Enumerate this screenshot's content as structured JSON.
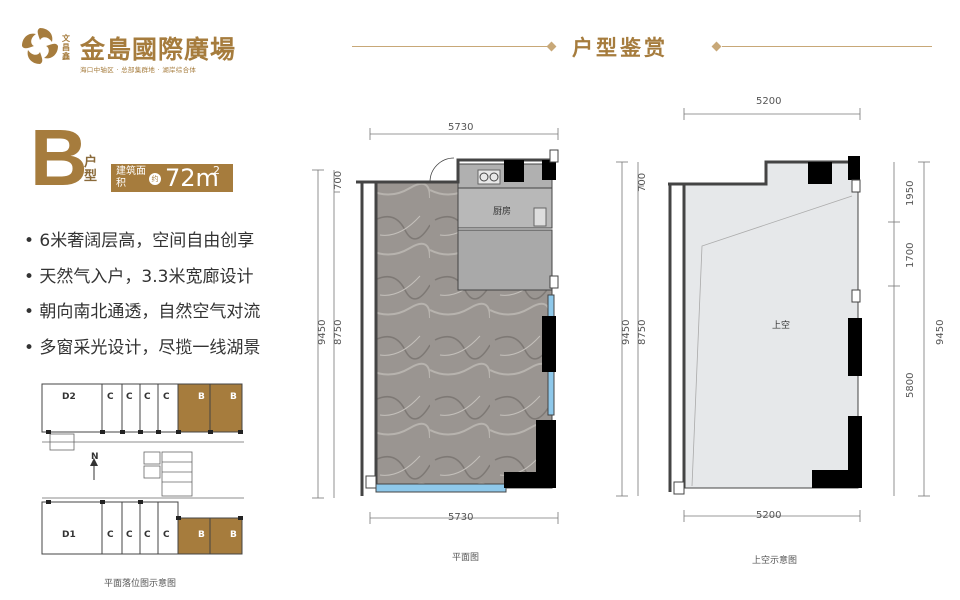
{
  "header": {
    "brand_prefix": "文昌鑫",
    "brand_name": "金島國際廣場",
    "brand_tagline": "海口中轴区 · 总部集群地 · 湖岸综合体",
    "section_title": "户型鉴赏"
  },
  "unit": {
    "letter": "B",
    "type_label": "户型",
    "area_label": "建筑面积",
    "area_icon": "约",
    "area_value": "72m",
    "area_sup": "2"
  },
  "features": [
    "• 6米奢阔层高，空间自由创享",
    "• 天然气入户，3.3米宽廊设计",
    "• 朝向南北通透，自然空气对流",
    "• 多窗采光设计，尽揽一线湖景"
  ],
  "site_plan": {
    "caption": "平面落位图示意图",
    "north_label": "N",
    "top_units": [
      "D2",
      "C",
      "C",
      "C",
      "C",
      "B",
      "B"
    ],
    "bottom_units": [
      "D1",
      "C",
      "C",
      "C",
      "C",
      "B",
      "B"
    ]
  },
  "plan_left": {
    "caption": "平面图",
    "dim_top": "5730",
    "dim_bottom": "5730",
    "dim_outer": "9450",
    "dim_upper": "700",
    "dim_inner": "8750",
    "kitchen_label": "厨房"
  },
  "plan_right": {
    "caption": "上空示意图",
    "dim_top": "5200",
    "dim_bottom": "5200",
    "dim_outer_left": "9450",
    "dim_upper": "700",
    "dim_inner": "8750",
    "void_label": "上空",
    "dim_r1": "1950",
    "dim_r2": "1700",
    "dim_r3": "5800",
    "dim_outer_right": "9450"
  },
  "colors": {
    "accent": "#a67c3d",
    "wall": "#000000",
    "window": "#8ec8ea",
    "floor_marble": "#9a9591",
    "void_fill": "#e6e8ea"
  }
}
